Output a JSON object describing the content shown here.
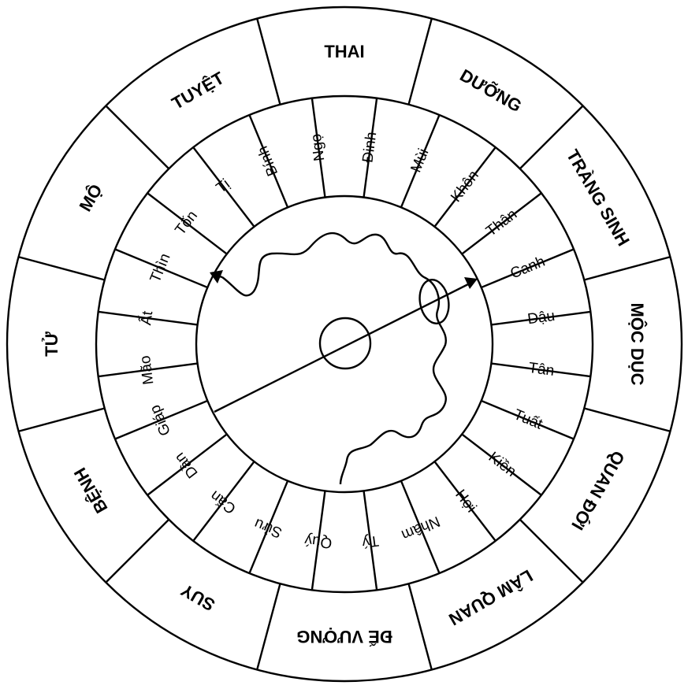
{
  "outer_ring": {
    "labels": [
      "THAI",
      "DƯỠNG",
      "TRÀNG SINH",
      "MỘC DỤC",
      "QUAN ĐỚI",
      "LÂM QUAN",
      "ĐẾ VƯỢNG",
      "SUY",
      "BỆNH",
      "TỬ",
      "MỘ",
      "TUYỆT"
    ]
  },
  "inner_ring": {
    "labels": [
      "Bính",
      "Ngọ",
      "Đinh",
      "Mùi",
      "Khôn",
      "Thân",
      "Canh",
      "Dậu",
      "Tân",
      "Tuất",
      "Kiền",
      "Hợi",
      "Nhâm",
      "Tý",
      "Quý",
      "Sửu",
      "Cấn",
      "Dần",
      "Giáp",
      "Mão",
      "Ất",
      "Thìn",
      "Tốn",
      "Tị"
    ]
  }
}
